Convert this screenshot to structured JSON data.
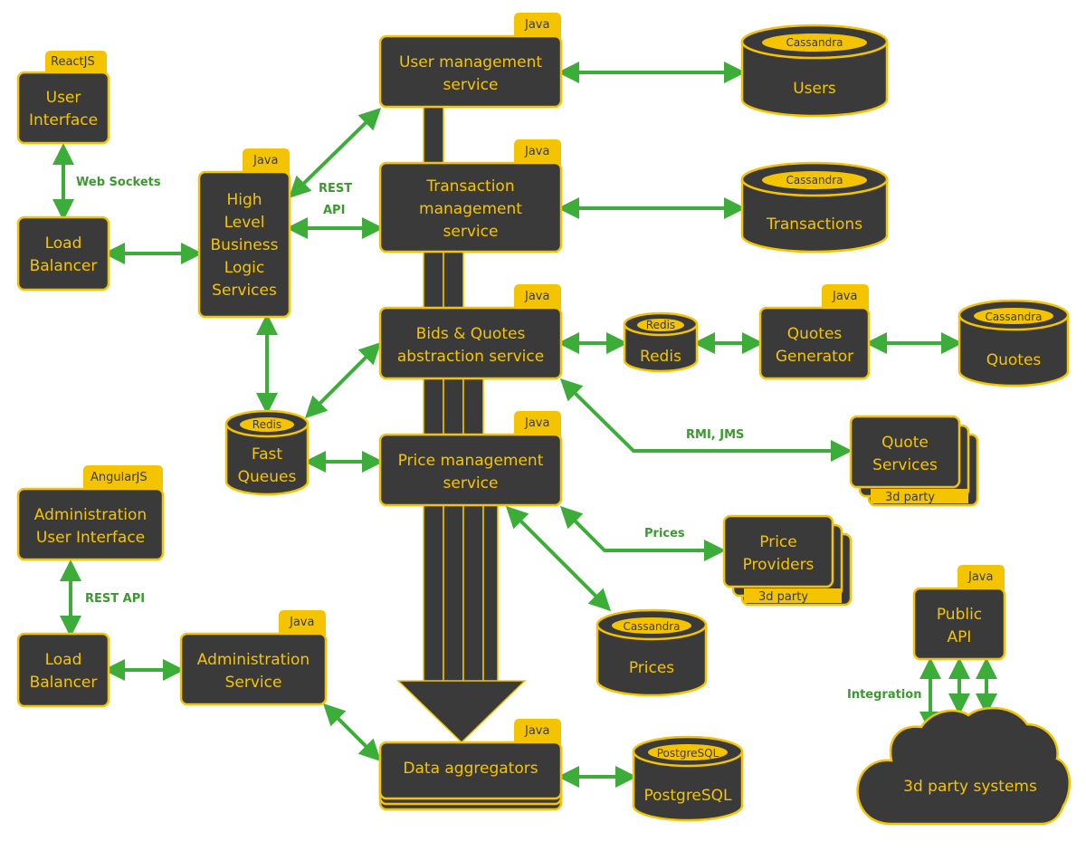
{
  "tags": {
    "reactjs": "ReactJS",
    "angularjs": "AngularJS",
    "java": "Java",
    "cassandra": "Cassandra",
    "redis": "Redis",
    "postgresql": "PostgreSQL",
    "third_party": "3d party"
  },
  "nodes": {
    "user_interface": [
      "User",
      "Interface"
    ],
    "load_balancer_1": [
      "Load",
      "Balancer"
    ],
    "high_level": [
      "High",
      "Level",
      "Business",
      "Logic",
      "Services"
    ],
    "user_mgmt": [
      "User management",
      "service"
    ],
    "transaction_mgmt": [
      "Transaction",
      "management",
      "service"
    ],
    "bids_quotes": [
      "Bids & Quotes",
      "abstraction service"
    ],
    "price_mgmt": [
      "Price management",
      "service"
    ],
    "data_aggregators": "Data aggregators",
    "fast_queues": [
      "Fast",
      "Queues"
    ],
    "users_db": "Users",
    "transactions_db": "Transactions",
    "redis_db": "Redis",
    "quotes_generator": [
      "Quotes",
      "Generator"
    ],
    "quotes_db": "Quotes",
    "quote_services": [
      "Quote",
      "Services"
    ],
    "price_providers": [
      "Price",
      "Providers"
    ],
    "prices_db": "Prices",
    "postgres_db": "PostgreSQL",
    "admin_ui": [
      "Administration",
      "User Interface"
    ],
    "load_balancer_2": [
      "Load",
      "Balancer"
    ],
    "admin_service": [
      "Administration",
      "Service"
    ],
    "public_api": [
      "Public",
      "API"
    ],
    "third_party_systems": "3d party systems"
  },
  "edge_labels": {
    "web_sockets": "Web Sockets",
    "rest_api_1": [
      "REST",
      "API"
    ],
    "rmi_jms": "RMI, JMS",
    "prices": "Prices",
    "rest_api_2": "REST API",
    "integration": "Integration"
  },
  "colors": {
    "box_fill": "#3a3a3a",
    "accent_yellow": "#f5c400",
    "arrow_green": "#3bad38"
  }
}
